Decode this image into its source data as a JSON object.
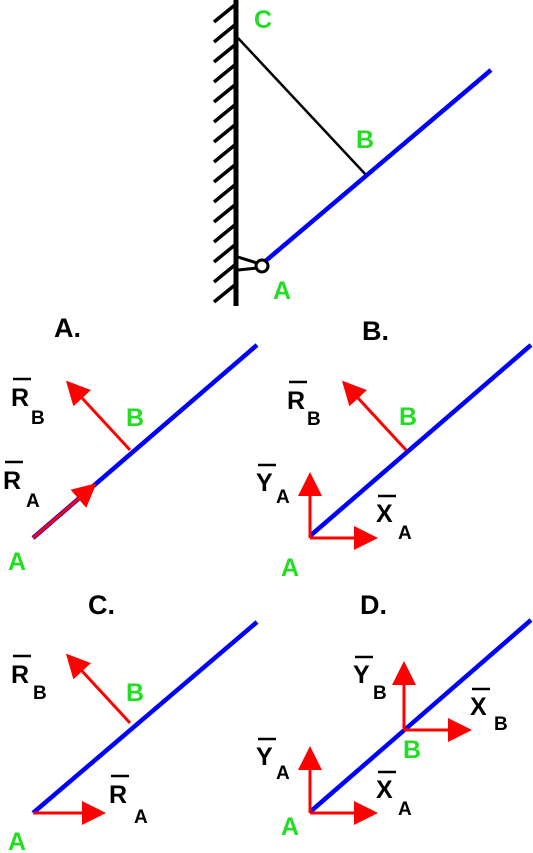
{
  "colors": {
    "beam": "#0000ff",
    "force": "#ff0000",
    "point_label": "#22dd22",
    "text": "#000000",
    "background": "#ffffff"
  },
  "setup": {
    "points": {
      "a": "A",
      "b": "B",
      "c": "C"
    }
  },
  "options": [
    {
      "label": "A.",
      "points": {
        "a": "A",
        "b": "B"
      },
      "forces": [
        {
          "main": "R",
          "sub": "B"
        },
        {
          "main": "R",
          "sub": "A"
        }
      ]
    },
    {
      "label": "B.",
      "points": {
        "a": "A",
        "b": "B"
      },
      "forces": [
        {
          "main": "R",
          "sub": "B"
        },
        {
          "main": "Y",
          "sub": "A"
        },
        {
          "main": "X",
          "sub": "A"
        }
      ]
    },
    {
      "label": "C.",
      "points": {
        "a": "A",
        "b": "B"
      },
      "forces": [
        {
          "main": "R",
          "sub": "B"
        },
        {
          "main": "R",
          "sub": "A"
        }
      ]
    },
    {
      "label": "D.",
      "points": {
        "a": "A",
        "b": "B"
      },
      "forces": [
        {
          "main": "Y",
          "sub": "B"
        },
        {
          "main": "X",
          "sub": "B"
        },
        {
          "main": "Y",
          "sub": "A"
        },
        {
          "main": "X",
          "sub": "A"
        }
      ]
    }
  ]
}
